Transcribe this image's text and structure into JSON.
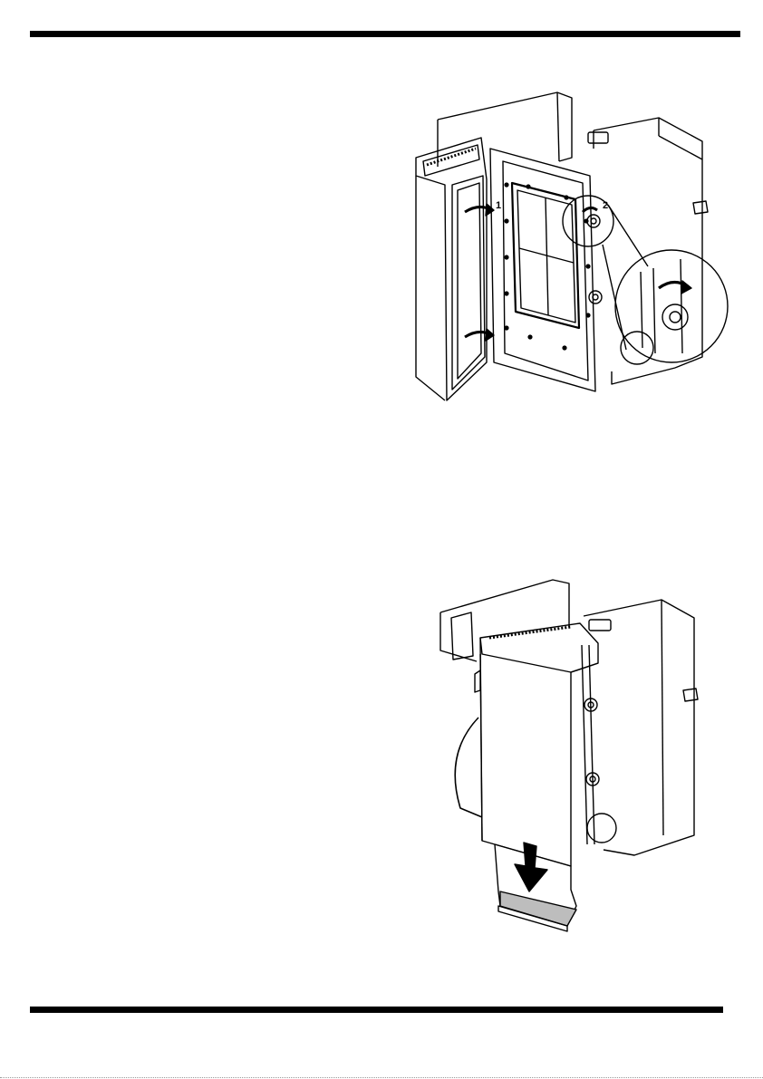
{
  "page": {
    "figures": [
      {
        "name": "open-cassette-door-illustration",
        "step_labels": [
          "1",
          "2"
        ]
      },
      {
        "name": "pull-film-illustration",
        "step_labels": []
      }
    ]
  },
  "colors": {
    "rule": "#000000",
    "line": "#000000",
    "gray": "#bdbdbd",
    "paper": "#ffffff"
  }
}
